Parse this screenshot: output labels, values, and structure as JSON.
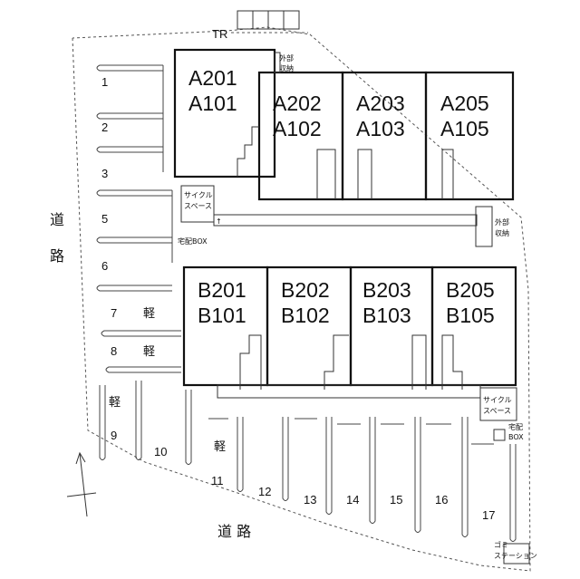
{
  "labels": {
    "tr": "TR",
    "road_left": [
      "道",
      "路"
    ],
    "road_bottom": "道 路",
    "outdoor_storage": [
      "外部",
      "収納"
    ],
    "cycle_space": [
      "サイクル",
      "スペース"
    ],
    "delivery_box": "宅配BOX",
    "delivery_box_split": [
      "宅配",
      "BOX"
    ],
    "garbage_station": [
      "ゴミ",
      "ステーション"
    ],
    "kei": "軽",
    "arrow_up": "↑"
  },
  "buildings": {
    "A": [
      {
        "upper": "A201",
        "lower": "A101"
      },
      {
        "upper": "A202",
        "lower": "A102"
      },
      {
        "upper": "A203",
        "lower": "A103"
      },
      {
        "upper": "A205",
        "lower": "A105"
      }
    ],
    "B": [
      {
        "upper": "B201",
        "lower": "B101"
      },
      {
        "upper": "B202",
        "lower": "B102"
      },
      {
        "upper": "B203",
        "lower": "B103"
      },
      {
        "upper": "B205",
        "lower": "B105"
      }
    ]
  },
  "parking": {
    "left": [
      "1",
      "2",
      "3",
      "5",
      "6",
      "7",
      "8",
      "9"
    ],
    "bottom": [
      "10",
      "11",
      "12",
      "13",
      "14",
      "15",
      "16",
      "17"
    ]
  }
}
